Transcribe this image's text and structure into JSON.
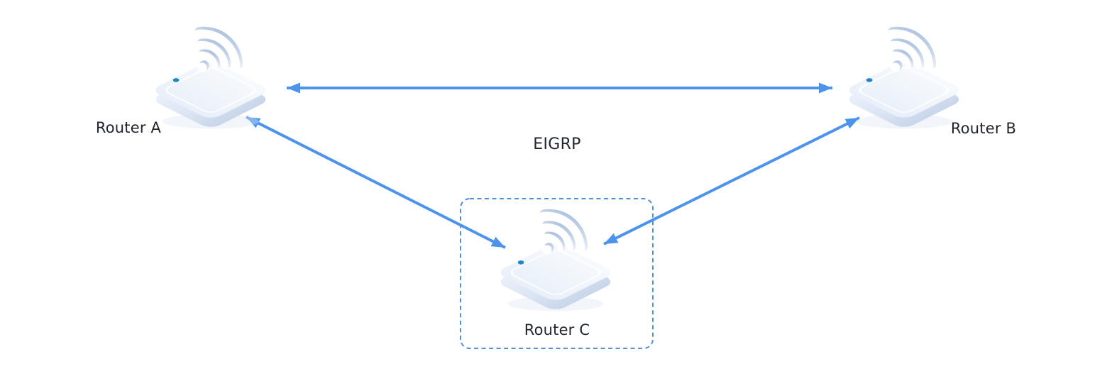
{
  "diagram": {
    "type": "network-topology",
    "protocol_label": "EIGRP",
    "nodes": [
      {
        "id": "router-a",
        "label": "Router A",
        "icon": "wireless-router-icon",
        "enclosed_in_dashed_box": false
      },
      {
        "id": "router-b",
        "label": "Router B",
        "icon": "wireless-router-icon",
        "enclosed_in_dashed_box": false
      },
      {
        "id": "router-c",
        "label": "Router C",
        "icon": "wireless-router-icon",
        "enclosed_in_dashed_box": true
      }
    ],
    "links": [
      {
        "id": "link-a-b",
        "from": "Router A",
        "to": "Router B",
        "arrows": "both"
      },
      {
        "id": "link-a-c",
        "from": "Router A",
        "to": "Router C",
        "arrows": "both"
      },
      {
        "id": "link-b-c",
        "from": "Router B",
        "to": "Router C",
        "arrows": "both"
      }
    ],
    "colors": {
      "arrow": "#4b93eb",
      "dashed_box": "#4f90da",
      "label_text": "#21262e",
      "background": "#ffffff",
      "router_top": "#eef4fb",
      "router_side": "#cdd9ec",
      "wifi_shade": "#b6c7e2",
      "led": "#1f87cc"
    }
  }
}
